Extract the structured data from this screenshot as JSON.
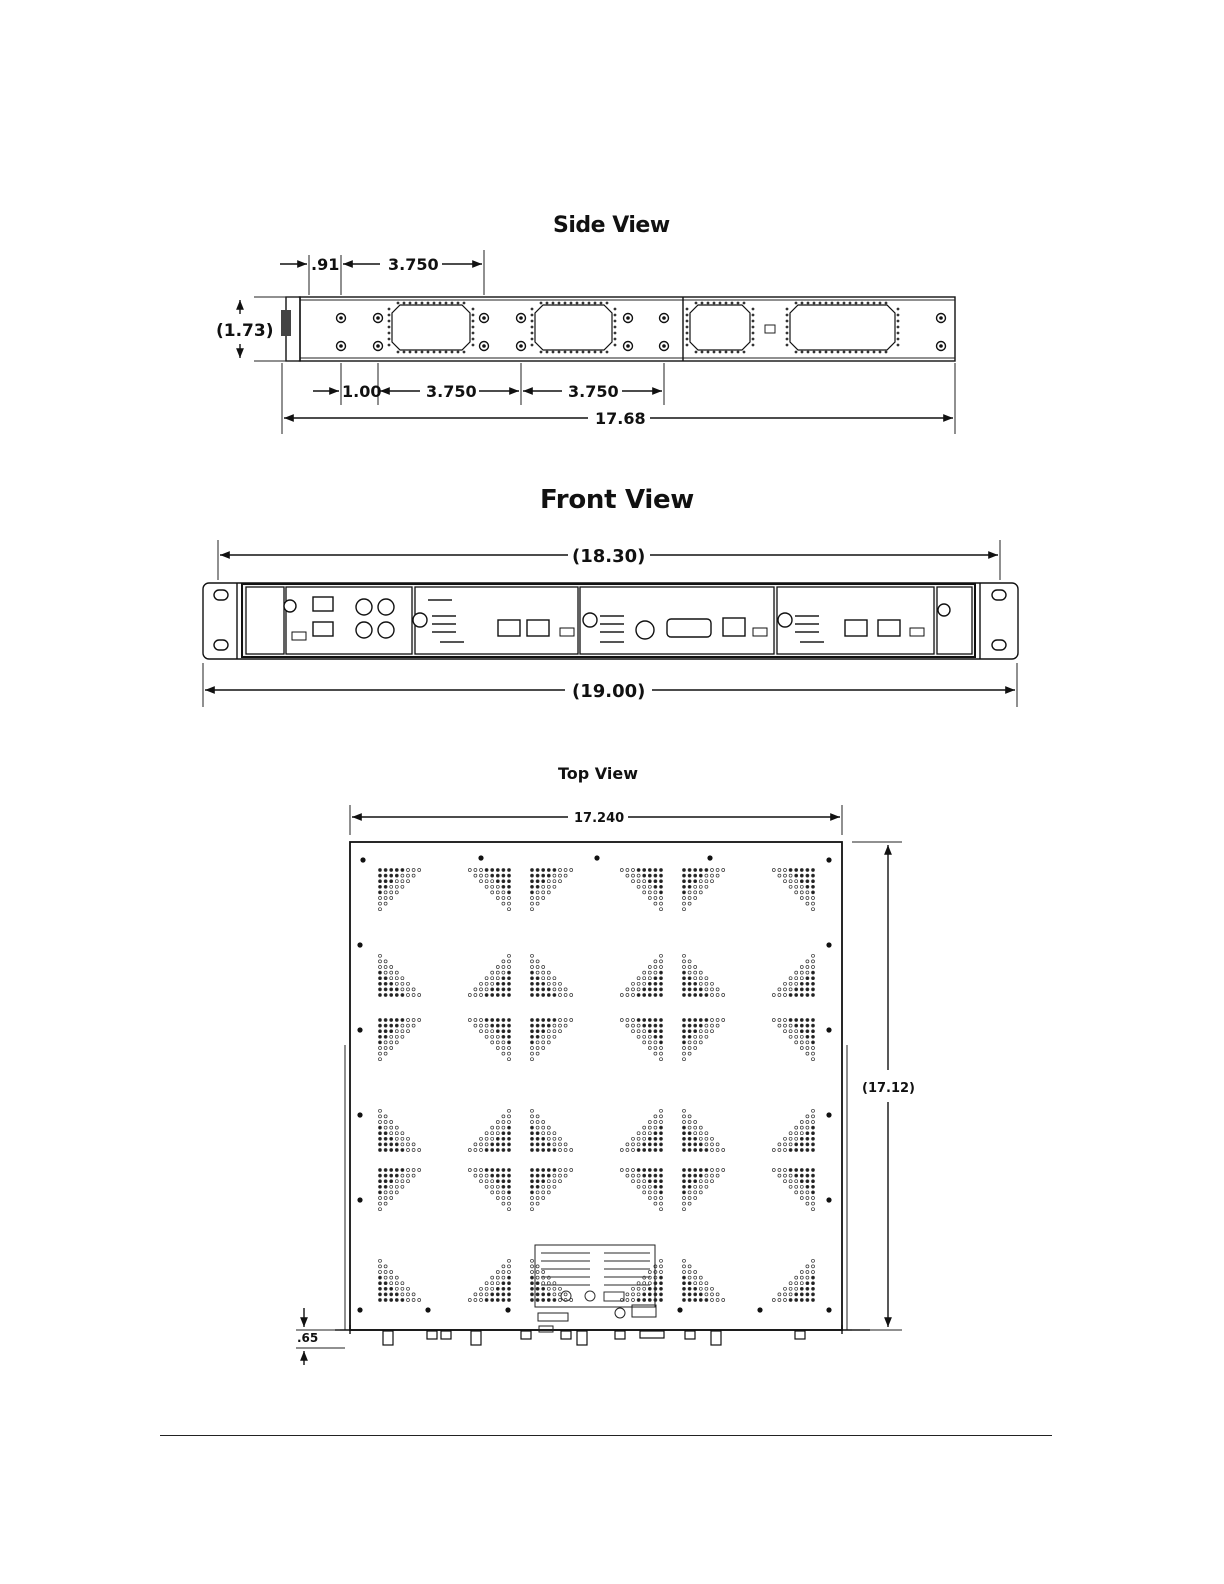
{
  "side_view": {
    "title": "Side View",
    "dims": {
      "offset_top": ".91",
      "span_top": "3.750",
      "height": "(1.73)",
      "offset_bottom": "1.00",
      "span_bottom_1": "3.750",
      "span_bottom_2": "3.750",
      "length": "17.68"
    }
  },
  "front_view": {
    "title": "Front  View",
    "dims": {
      "inner_width": "(18.30)",
      "outer_width": "(19.00)"
    }
  },
  "top_view": {
    "title": "Top  View",
    "dims": {
      "width": "17.240",
      "depth": "(17.12)",
      "rear_overhang": ".65"
    }
  }
}
